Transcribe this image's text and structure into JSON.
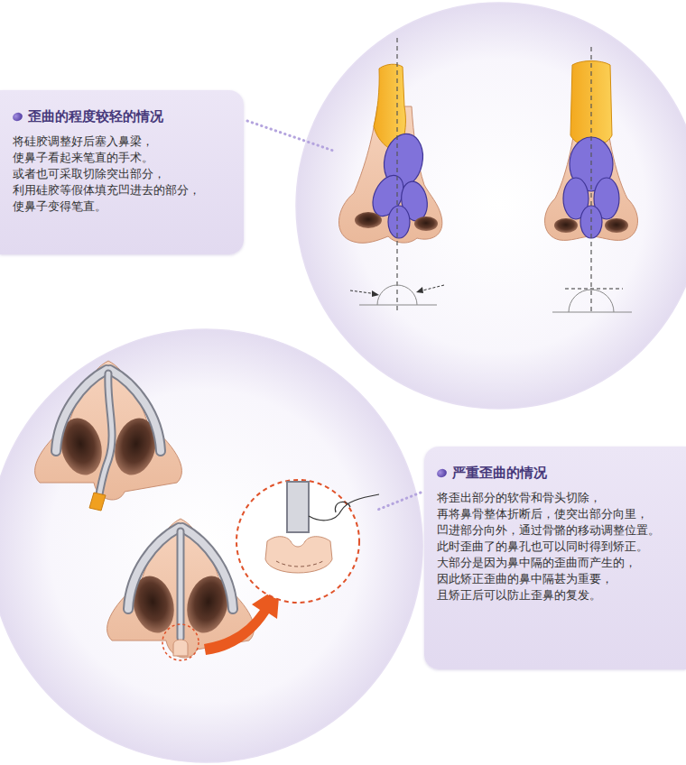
{
  "diagram": {
    "nodes": [
      {
        "text": [
          "歪曲的程度较轻的情况",
          "将硅胶调整好后塞入鼻梁， 使鼻子看起来笔直的手术。 或者也可采取切除突出部分， 利用硅胶等假体填充凹进去的部分， 使鼻子变得笔直。"
        ]
      },
      {
        "text": [
          "严重歪曲的情况",
          "将歪出部分的软骨和骨头切除， 再将鼻骨整体折断后，使突出部分向里， 凹进部分向外，通过骨骼的移动调整位置。 此时歪曲了的鼻孔也可以同时得到矫正。 大部分是因为鼻中隔的歪曲而产生的， 因此矫正歪曲的鼻中隔甚为重要， 且矫正后可以防止歪鼻的复发。"
        ]
      }
    ]
  }
}
